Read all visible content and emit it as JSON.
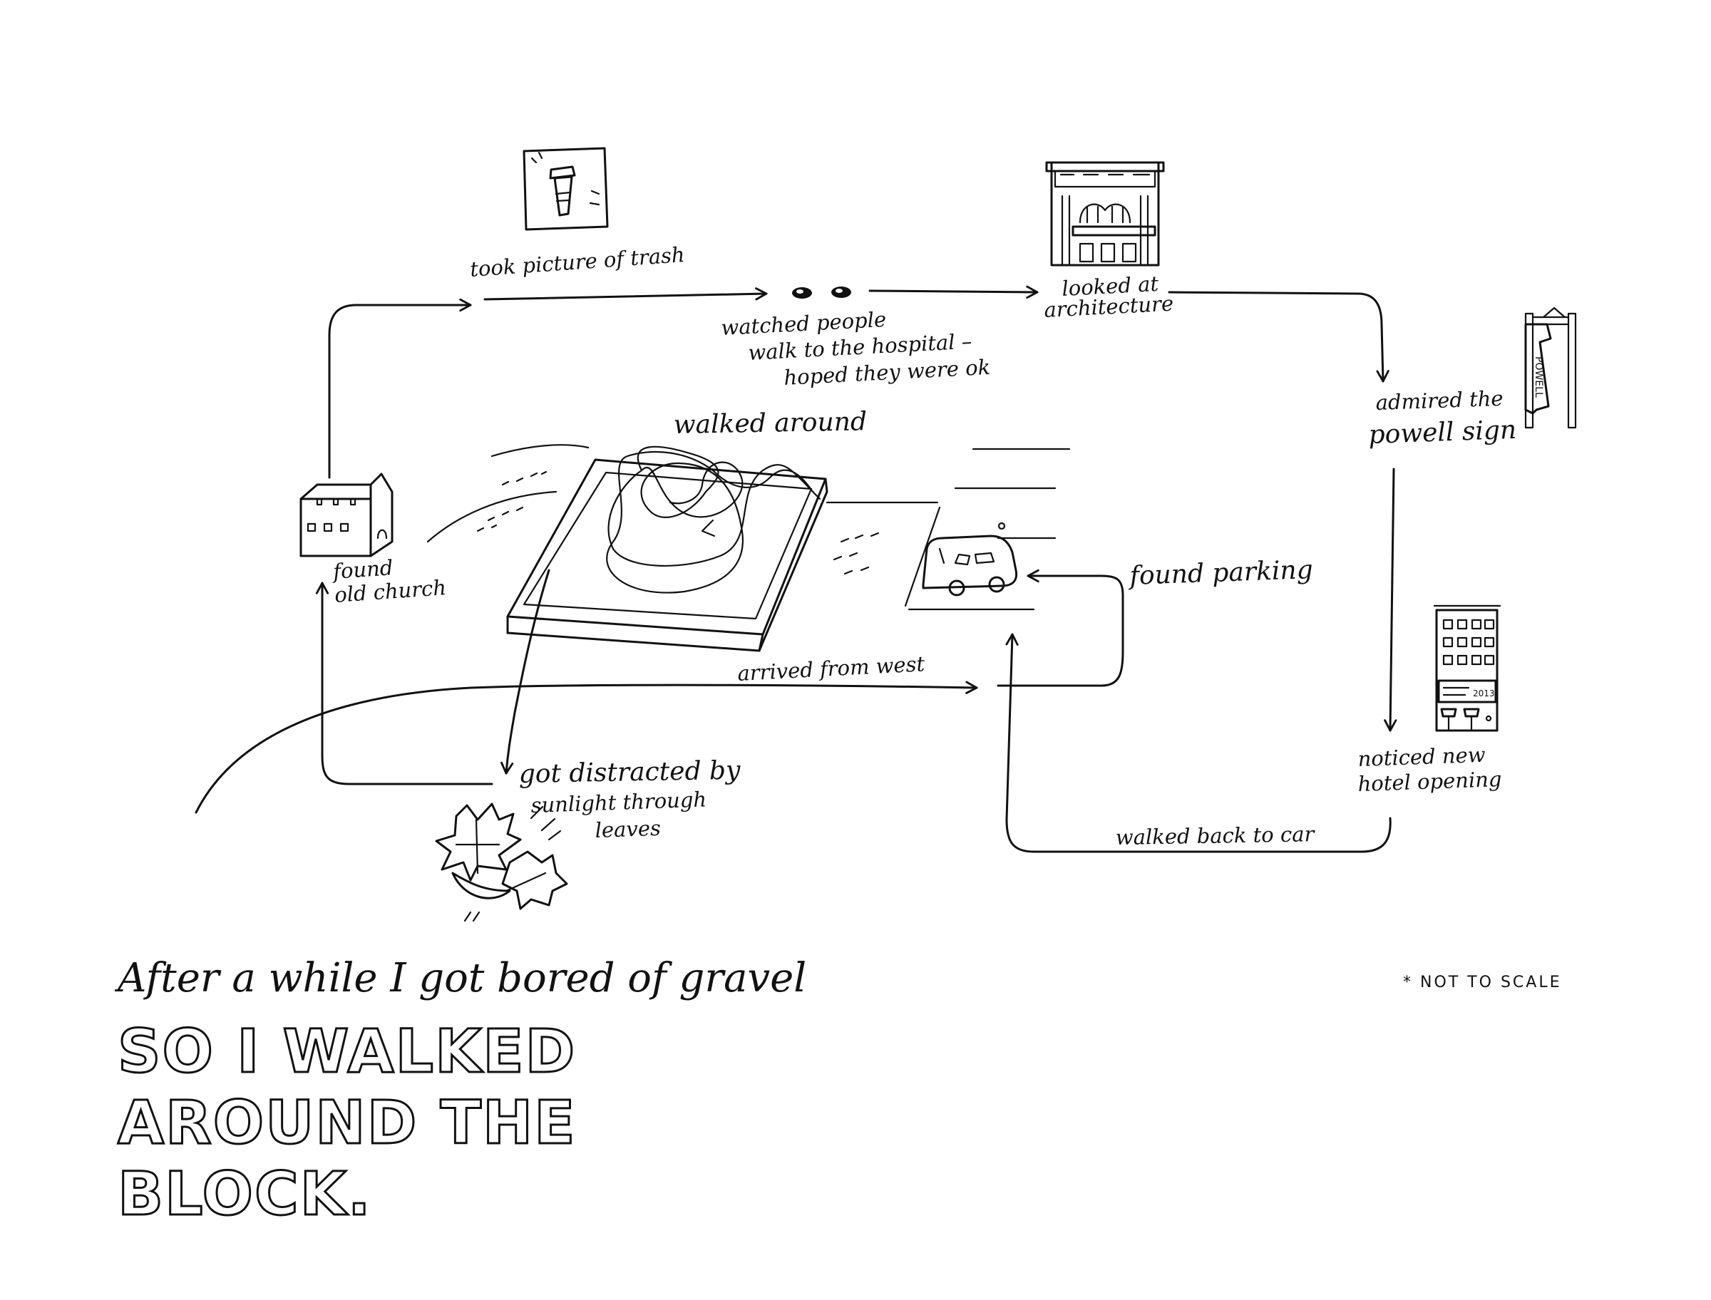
{
  "labels": {
    "trash": "took picture of trash",
    "people1": "watched people",
    "people2": "walk to the hospital –",
    "people3": "hoped they were ok",
    "arch1": "looked at",
    "arch2": "architecture",
    "powell1": "admired the",
    "powell2": "powell sign",
    "walked_around": "walked around",
    "church1": "found",
    "church2": "old church",
    "parking": "found parking",
    "arrived": "arrived from west",
    "distracted1": "got distracted by",
    "distracted2": "sunlight through",
    "distracted3": "leaves",
    "hotel1": "noticed new",
    "hotel2": "hotel opening",
    "back": "walked back to car",
    "sign_text": "POWELL",
    "hotel_banner": "2013"
  },
  "caption": {
    "line1": "After a while I got bored of gravel",
    "line2": "SO I WALKED AROUND THE BLOCK."
  },
  "note": "* NOT TO SCALE"
}
